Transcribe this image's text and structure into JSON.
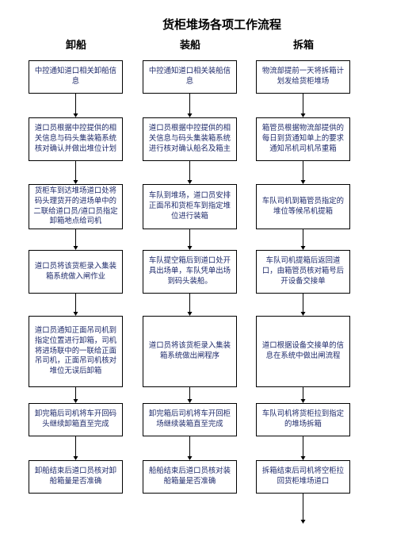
{
  "title": "货柜堆场各项工作流程",
  "columns": [
    {
      "header": "卸船",
      "steps": [
        "中控通知道口相关卸船信息",
        "道口员根据中控提供的相关信息与码头集装箱系统核对确认并做出堆位计划",
        "货柜车到达堆场道口处将码头理货开的进场单中的二联给道口员/道口员指定卸箱地点给司机",
        "道口员将该货柜录入集装箱系统做入闸作业",
        "道口员通知正面吊司机到指定位置进行卸箱，司机将进场联中的一联给正面吊司机，正面吊司机核对堆位无误后卸箱",
        "卸完箱后司机将车开回码头继续卸箱直至完成",
        "卸船结束后道口员核对卸船箱量是否准确"
      ]
    },
    {
      "header": "装船",
      "steps": [
        "中控通知道口相关装船信息",
        "道口员根据中控提供的相关信息与码头集装箱系统进行核对确认船名及箱主",
        "车队到堆场，道口员安排正面吊和货柜车到指定堆位进行装箱",
        "车队提空箱后到道口处开具出场单，车队凭单出场到码头装船。",
        "道口员将该货柜录入集装箱系统做出闸程序",
        "卸完箱后司机将车开回柜场继续装箱直至完成",
        "船船结束后道口员核对装船箱量是否准确"
      ]
    },
    {
      "header": "拆箱",
      "steps": [
        "物流部提前一天将拆箱计划发给货柜堆场",
        "箱管员根据物流部提供的每日到货通知单上的要求通知吊机司机吊重箱",
        "车队司机到箱管员指定的堆位等候吊机提箱",
        "车队司机提箱后返回道口，由箱管员核对箱号后开设备交接单",
        "道口根据设备交接单的信息在系统中做出闸流程",
        "车队司机将货柜拉到指定的堆场拆箱",
        "拆箱结束后司机将空柜拉回货柜堆场道口"
      ]
    }
  ]
}
